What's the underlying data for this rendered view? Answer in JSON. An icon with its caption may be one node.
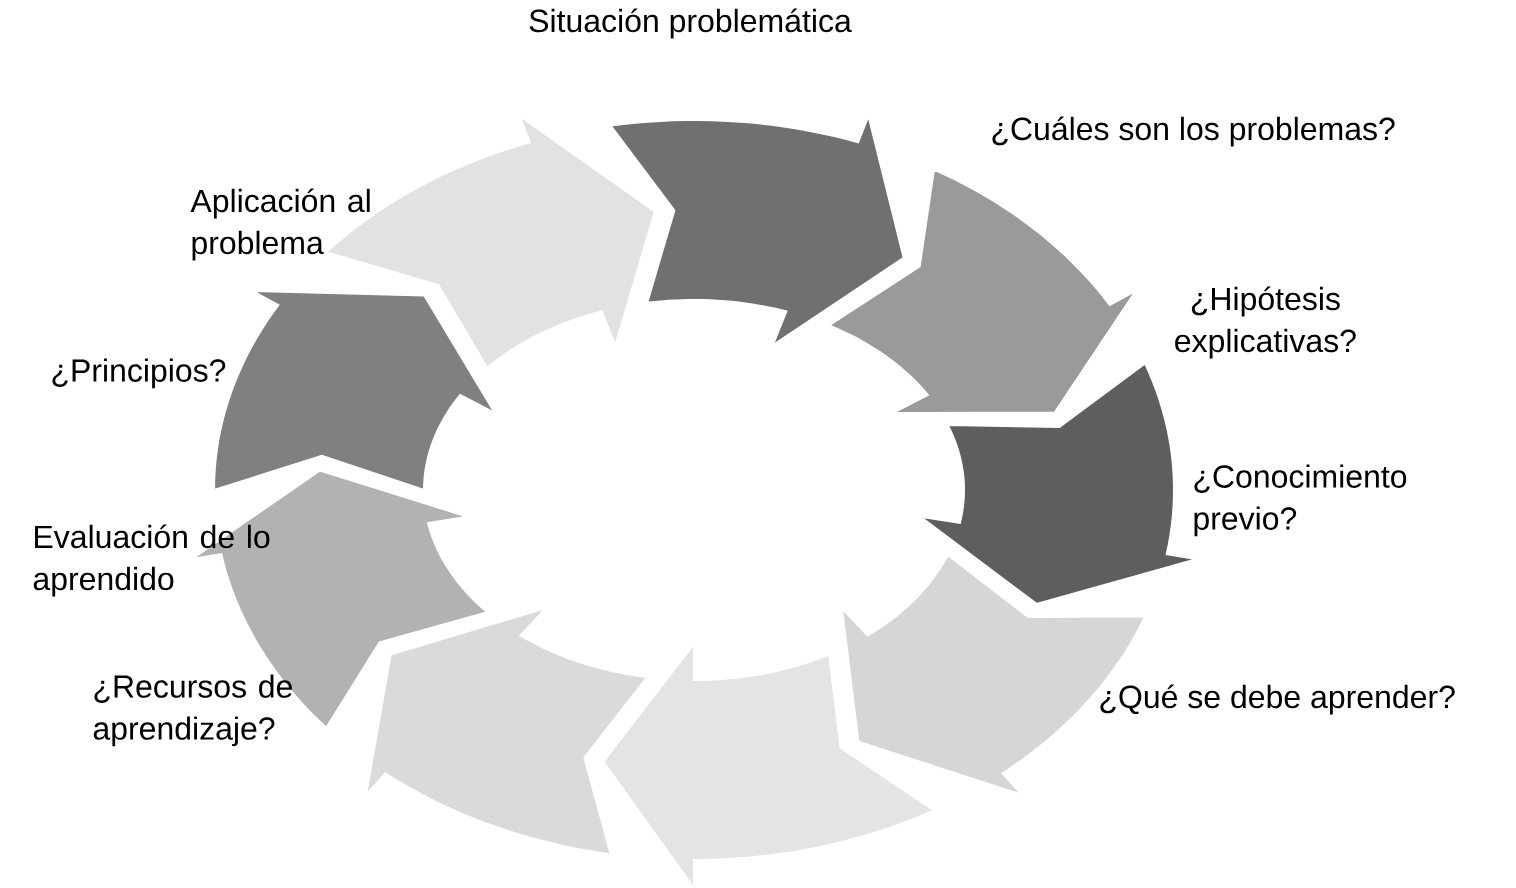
{
  "diagram": {
    "labels": [
      "Situación problemática",
      "¿Cuáles son los problemas?",
      "¿Hipótesis explicativas?",
      "¿Conocimiento previo?",
      "¿Qué se debe aprender?",
      "¿Recursos de aprendizaje?",
      "Evaluación de lo aprendido",
      "¿Principios?",
      "Aplicación al problema"
    ]
  }
}
